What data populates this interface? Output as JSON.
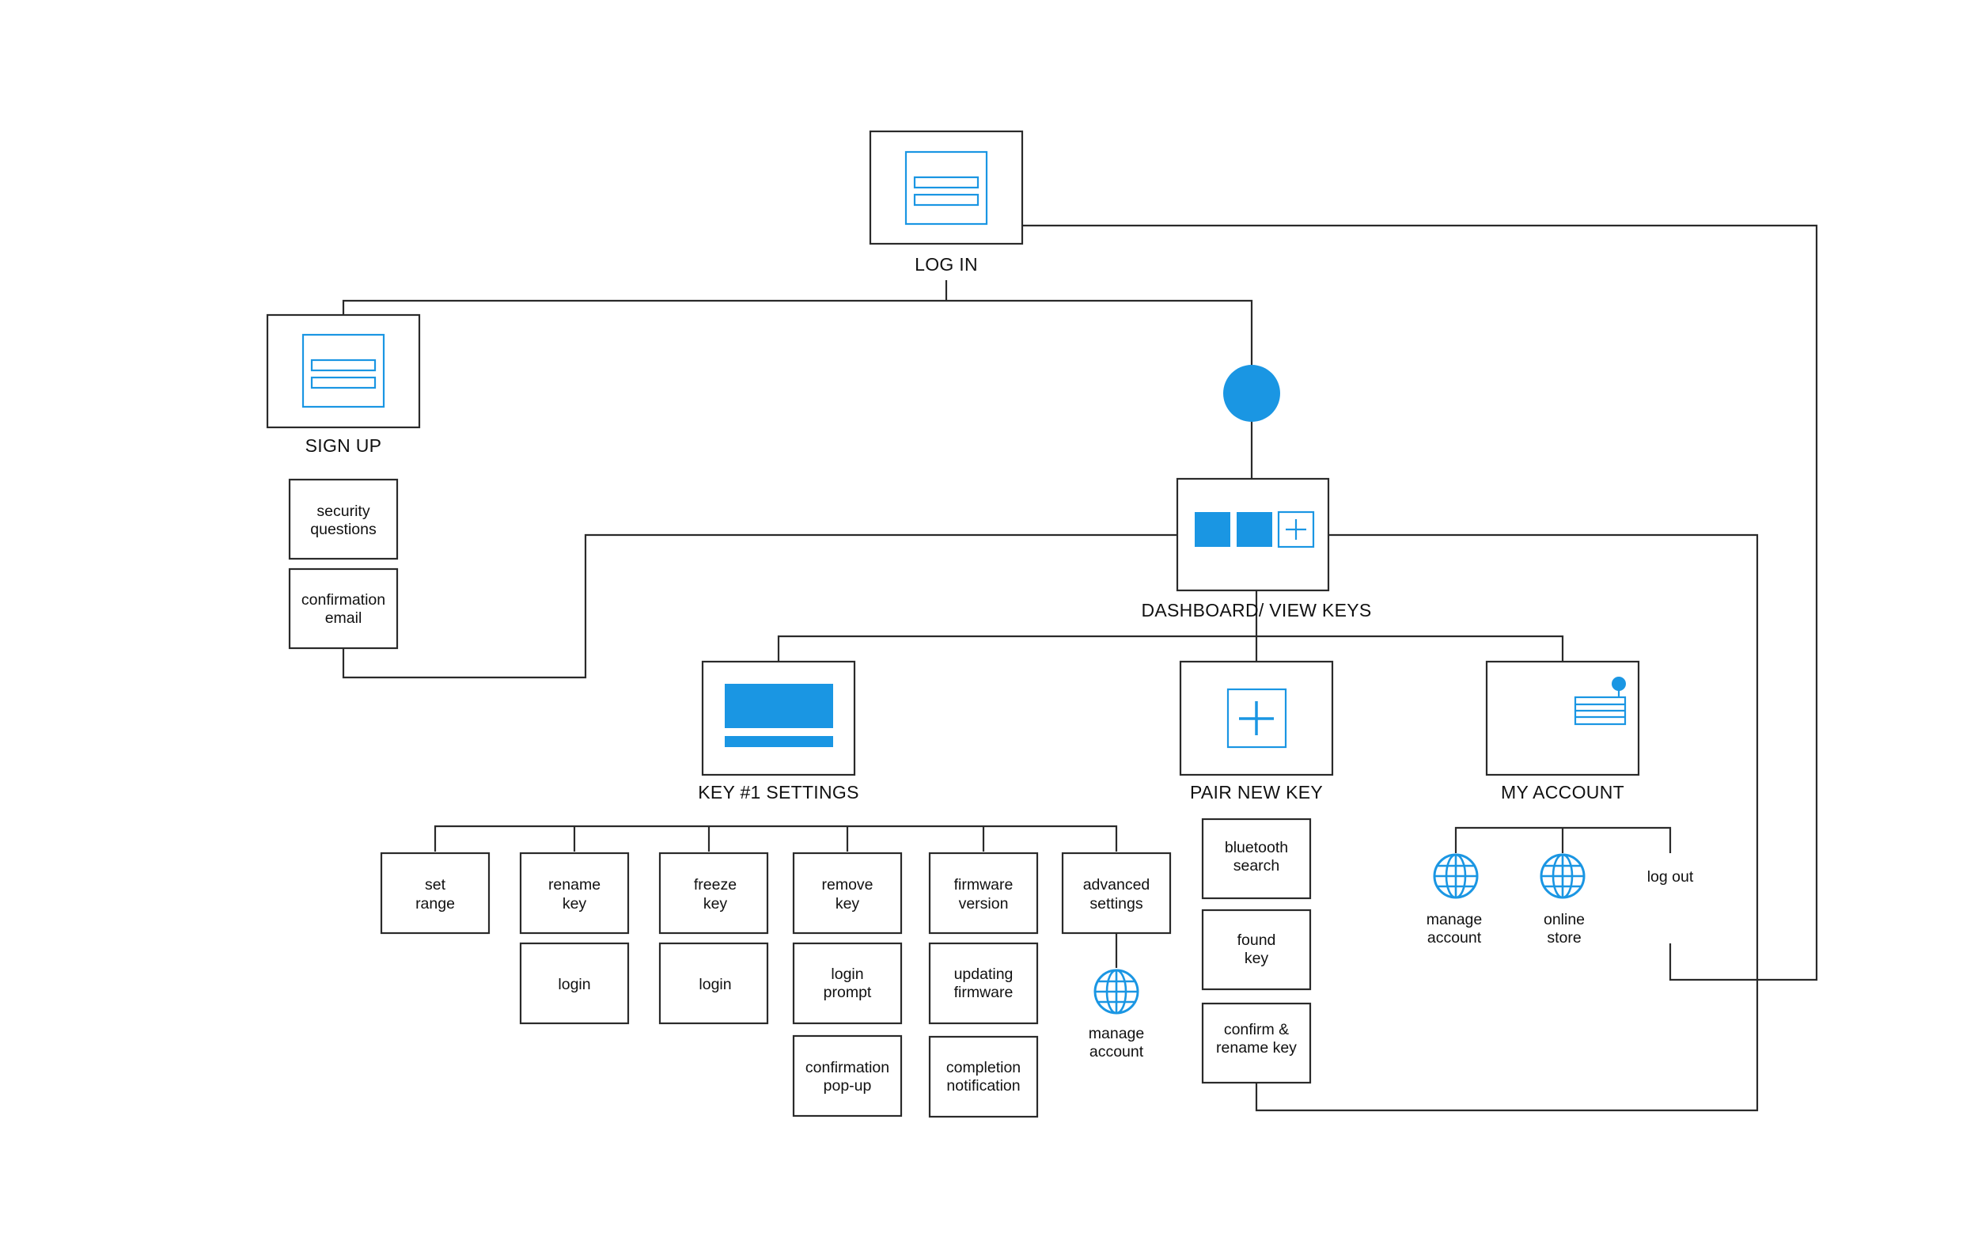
{
  "screens": {
    "login": "LOG IN",
    "signup": "SIGN UP",
    "dashboard": "DASHBOARD/ VIEW KEYS",
    "key_settings": "KEY #1 SETTINGS",
    "pair_new_key": "PAIR NEW KEY",
    "my_account": "MY ACCOUNT"
  },
  "signup_steps": [
    [
      "security",
      "questions"
    ],
    [
      "confirmation",
      "email"
    ]
  ],
  "settings_options": [
    {
      "label": [
        "set",
        "range"
      ],
      "sub": []
    },
    {
      "label": [
        "rename",
        "key"
      ],
      "sub": [
        [
          "login"
        ]
      ]
    },
    {
      "label": [
        "freeze",
        "key"
      ],
      "sub": [
        [
          "login"
        ]
      ]
    },
    {
      "label": [
        "remove",
        "key"
      ],
      "sub": [
        [
          "login",
          "prompt"
        ],
        [
          "confirmation",
          "pop-up"
        ]
      ]
    },
    {
      "label": [
        "firmware",
        "version"
      ],
      "sub": [
        [
          "updating",
          "firmware"
        ],
        [
          "completion",
          "notification"
        ]
      ]
    },
    {
      "label": [
        "advanced",
        "settings"
      ],
      "sub": []
    }
  ],
  "advanced_settings_link": [
    "manage",
    "account"
  ],
  "pair_steps": [
    [
      "bluetooth",
      "search"
    ],
    [
      "found",
      "key"
    ],
    [
      "confirm &",
      "rename key"
    ]
  ],
  "account_items": [
    {
      "label": [
        "manage",
        "account"
      ],
      "icon": "globe-icon"
    },
    {
      "label": [
        "online",
        "store"
      ],
      "icon": "globe-icon"
    },
    {
      "label": [
        "log out"
      ],
      "icon": null
    }
  ],
  "colors": {
    "accent": "#1a96e3",
    "line": "#2a2a2a"
  }
}
